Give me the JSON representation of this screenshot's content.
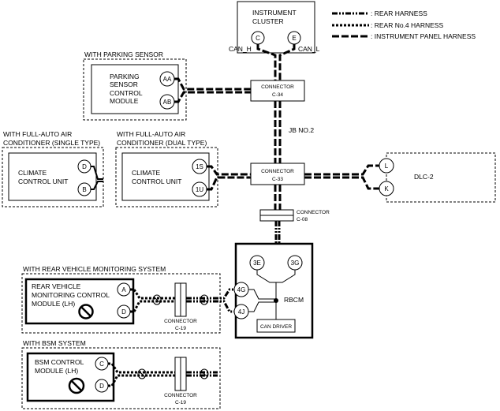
{
  "legend": {
    "rear_harness": ": REAR HARNESS",
    "rear_no4_harness": ": REAR No.4 HARNESS",
    "instrument_panel_harness": ": INSTRUMENT PANEL HARNESS"
  },
  "instrument_cluster": {
    "label_line1": "INSTRUMENT",
    "label_line2": "CLUSTER",
    "pin_left": "C",
    "pin_right": "E",
    "can_h": "CAN_H",
    "can_l": "CAN_L"
  },
  "parking_sensor": {
    "group_label": "WITH PARKING SENSOR",
    "label_line1": "PARKING",
    "label_line2": "SENSOR",
    "label_line3": "CONTROL",
    "label_line4": "MODULE",
    "pin_top": "AA",
    "pin_bottom": "AB"
  },
  "connector_c34": {
    "title": "CONNECTOR",
    "id": "C-34"
  },
  "jb": {
    "label": "JB NO.2"
  },
  "connector_c33": {
    "title": "CONNECTOR",
    "id": "C-33"
  },
  "connector_c08": {
    "title": "CONNECTOR",
    "id": "C-08"
  },
  "climate_single": {
    "group_line1": "WITH FULL-AUTO AIR",
    "group_line2": "CONDITIONER (SINGLE TYPE)",
    "label_line1": "CLIMATE",
    "label_line2": "CONTROL UNIT",
    "pin_top": "D",
    "pin_bottom": "B"
  },
  "climate_dual": {
    "group_line1": "WITH FULL-AUTO AIR",
    "group_line2": "CONDITIONER (DUAL TYPE)",
    "label_line1": "CLIMATE",
    "label_line2": "CONTROL UNIT",
    "pin_top": "1S",
    "pin_bottom": "1U"
  },
  "dlc2": {
    "label": "DLC-2",
    "pin_top": "L",
    "pin_bottom": "K"
  },
  "rbcm": {
    "label": "RBCM",
    "pin_3e": "3E",
    "pin_3g": "3G",
    "pin_4g": "4G",
    "pin_4j": "4J",
    "can_driver": "CAN DRIVER"
  },
  "rear_vehicle_monitoring": {
    "group_label": "WITH REAR VEHICLE MONITORING SYSTEM",
    "label_line1": "REAR VEHICLE",
    "label_line2": "MONITORING CONTROL",
    "label_line3": "MODULE (LH)",
    "pin_top": "A",
    "pin_bottom": "D",
    "connector_title": "CONNECTOR",
    "connector_id": "C-19"
  },
  "bsm": {
    "group_label": "WITH BSM SYSTEM",
    "label_line1": "BSM CONTROL",
    "label_line2": "MODULE (LH)",
    "pin_top": "C",
    "pin_bottom": "D",
    "connector_title": "CONNECTOR",
    "connector_id": "C-19"
  }
}
